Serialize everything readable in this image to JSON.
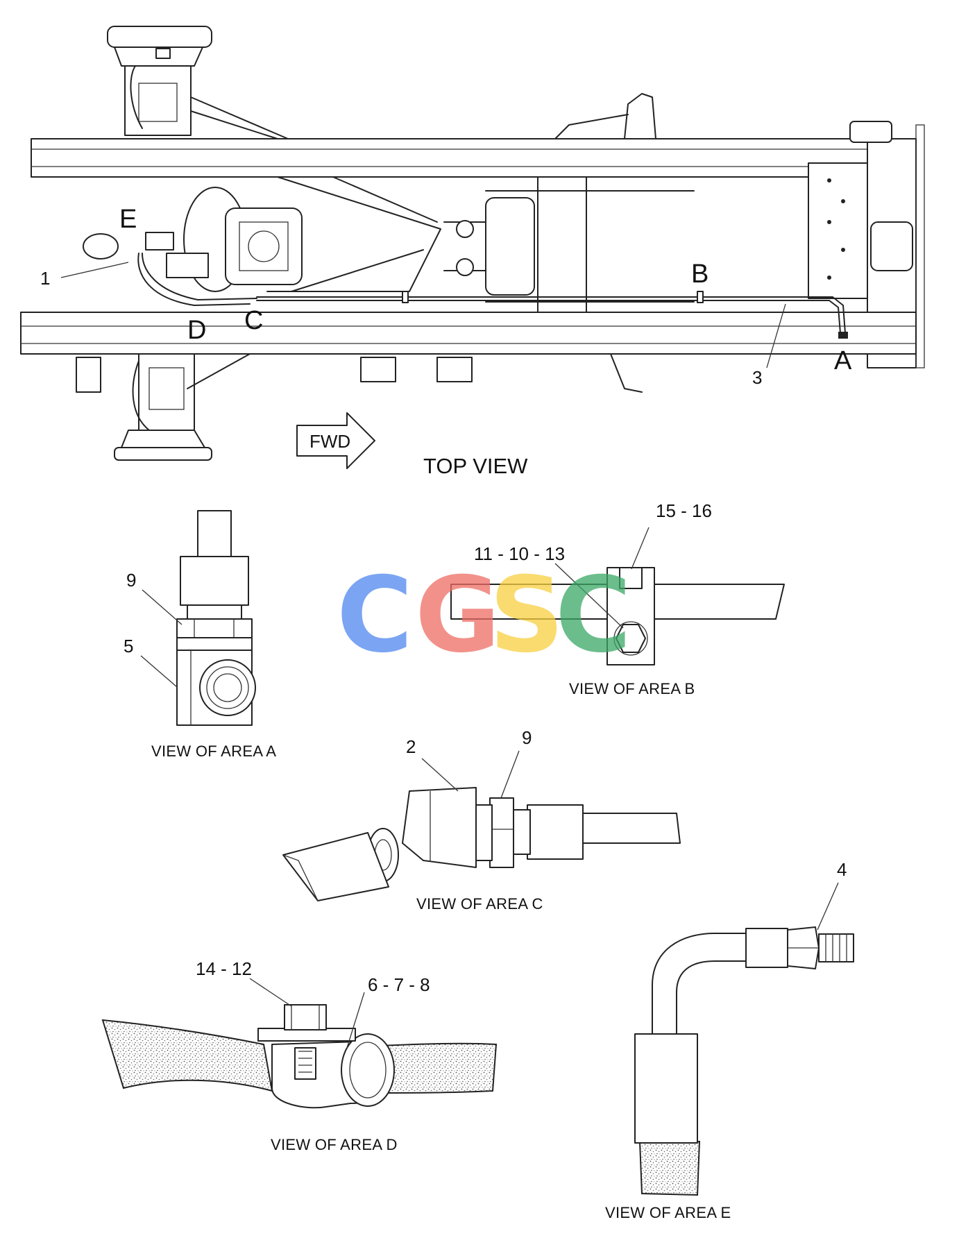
{
  "top_view": {
    "title": "TOP VIEW",
    "fwd_label": "FWD",
    "area_letters": {
      "a": "A",
      "b": "B",
      "c": "C",
      "d": "D",
      "e": "E"
    },
    "callouts": {
      "c1": "1",
      "c3": "3"
    }
  },
  "view_a": {
    "caption": "VIEW OF AREA A",
    "callouts": {
      "c9": "9",
      "c5": "5"
    }
  },
  "view_b": {
    "caption": "VIEW OF AREA B",
    "callouts": {
      "c15_16": "15 - 16",
      "c11_10_13": "11 - 10 - 13"
    }
  },
  "view_c": {
    "caption": "VIEW OF AREA C",
    "callouts": {
      "c2": "2",
      "c9": "9"
    }
  },
  "view_d": {
    "caption": "VIEW OF AREA D",
    "callouts": {
      "c14_12": "14 - 12",
      "c6_7_8": "6 - 7 - 8"
    }
  },
  "view_e": {
    "caption": "VIEW OF AREA E",
    "callouts": {
      "c4": "4"
    }
  },
  "watermark": {
    "letters": [
      "C",
      "G",
      "S",
      "C"
    ],
    "colors": [
      "#4f86f0",
      "#ee6d63",
      "#f7cf3f",
      "#3aa866"
    ]
  }
}
